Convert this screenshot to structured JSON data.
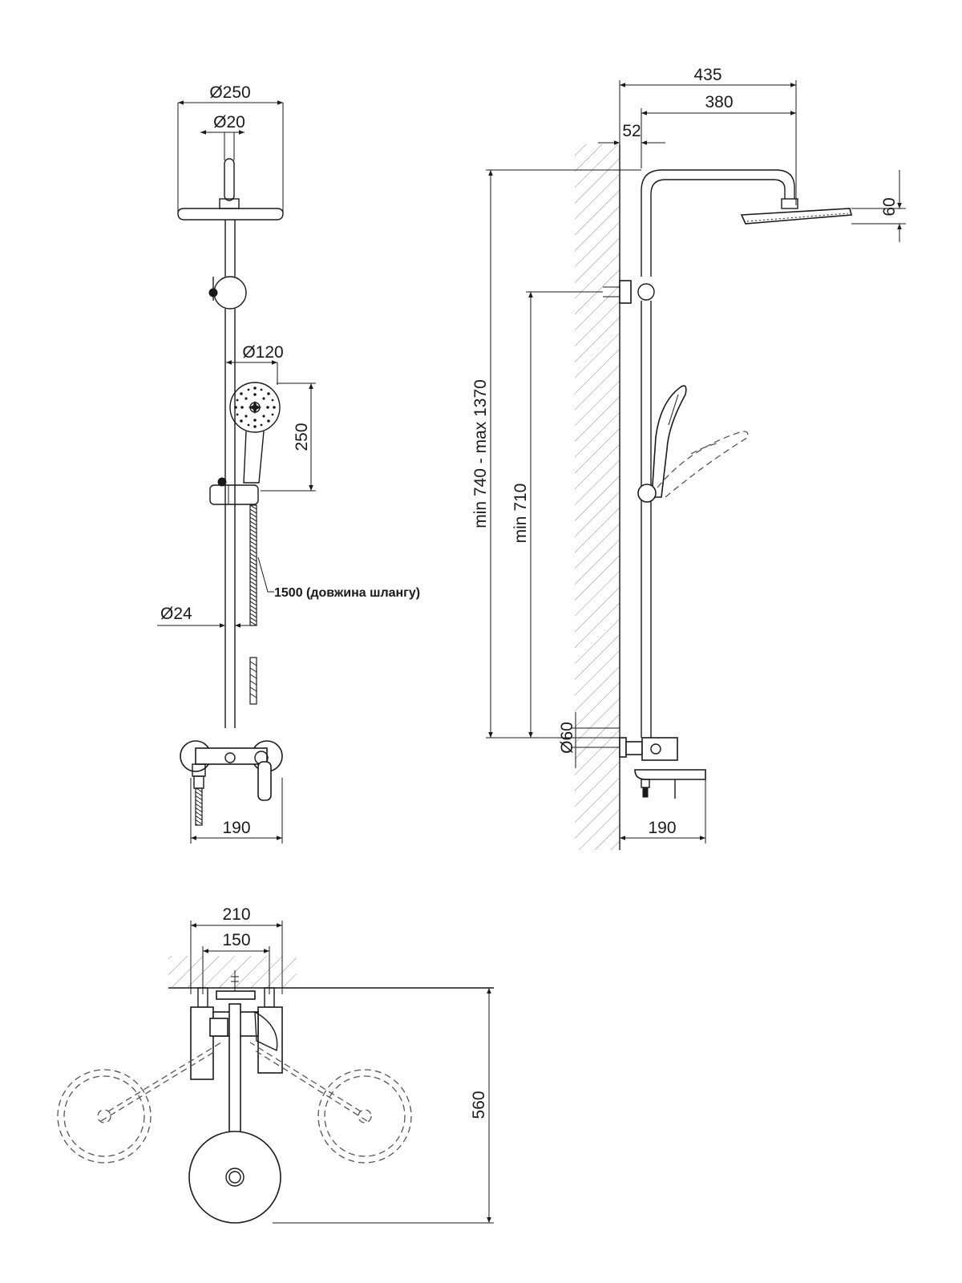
{
  "front_view": {
    "head_diameter": "Ø250",
    "arm_diameter": "Ø20",
    "hand_shower_diameter": "Ø120",
    "hand_shower_length": "250",
    "hose_length": "1500 (довжина шлангу)",
    "rail_diameter": "Ø24",
    "mixer_width": "190"
  },
  "side_view": {
    "total_reach": "435",
    "arm_reach": "380",
    "wall_offset": "52",
    "head_height": "60",
    "column_height": "min 740 - max 1370",
    "bracket_height": "min 710",
    "escutcheon_diameter": "Ø60",
    "spout_projection": "190"
  },
  "top_view": {
    "outer_width": "210",
    "connection_spacing": "150",
    "total_depth": "560"
  }
}
